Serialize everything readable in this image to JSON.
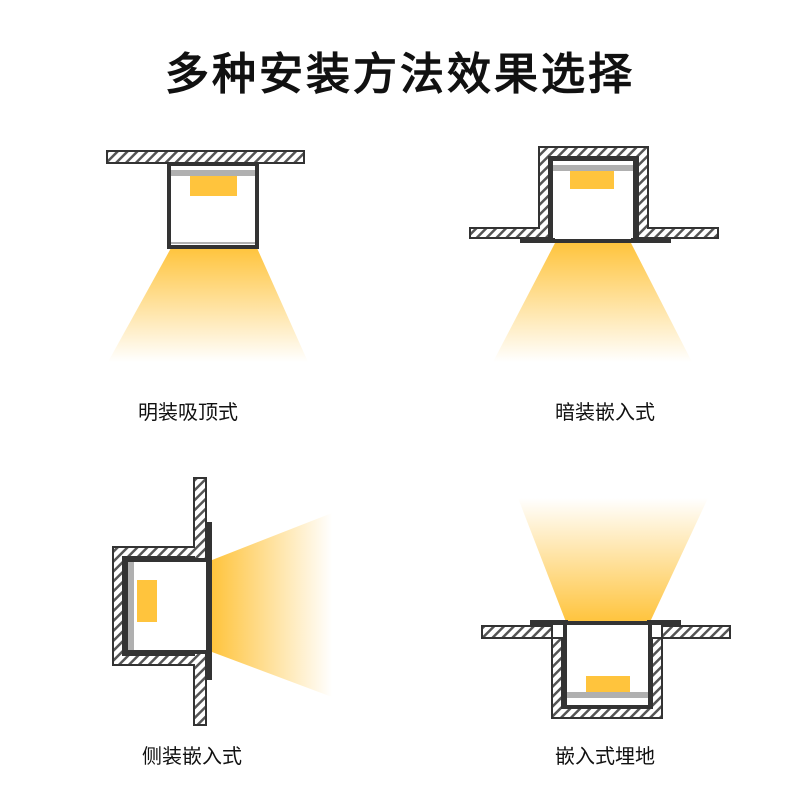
{
  "title": "多种安装方法效果选择",
  "methods": [
    {
      "label": "明装吸顶式"
    },
    {
      "label": "暗装嵌入式"
    },
    {
      "label": "侧装嵌入式"
    },
    {
      "label": "嵌入式埋地"
    }
  ],
  "colors": {
    "light": "#ffc43d",
    "housing": "#333333",
    "hatch": "#555555",
    "reflector": "#b0b0b0"
  }
}
